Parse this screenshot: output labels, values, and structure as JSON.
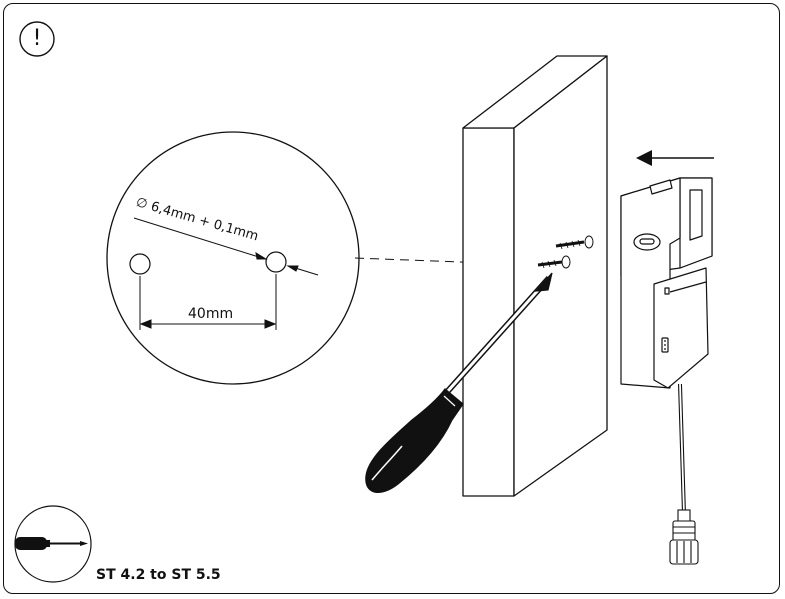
{
  "notice": {
    "symbol": "!"
  },
  "detail": {
    "diameter_label": "∅ 6,4mm + 0,1mm",
    "spacing_label": "40mm"
  },
  "screw_spec": {
    "label": "ST 4.2 to ST 5.5"
  }
}
